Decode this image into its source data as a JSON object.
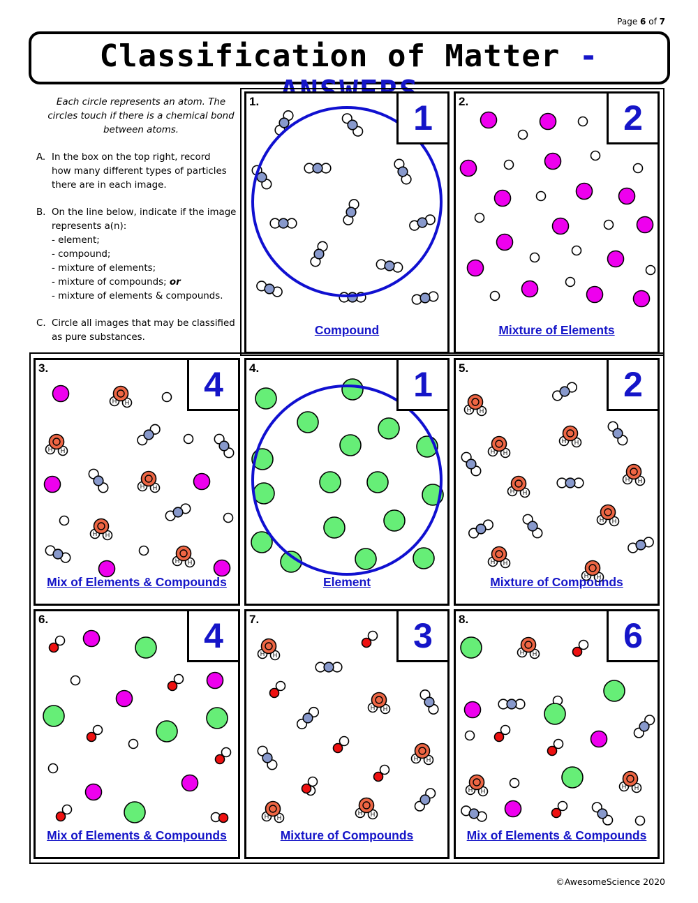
{
  "page": {
    "label": "Page",
    "current": "6",
    "of": "of",
    "total": "7"
  },
  "title": {
    "main": "Classification of Matter",
    "separator": "-",
    "answers": "ANSWERS"
  },
  "instructions": {
    "intro_lines": [
      "Each circle represents an atom.",
      "The circles touch if there is a chemical",
      "bond between atoms."
    ],
    "items": [
      {
        "letter": "A.",
        "lines": [
          "In the box on the top right, record",
          "how many different types of particles",
          "there are in each image."
        ]
      },
      {
        "letter": "B.",
        "lines": [
          "On the line below, indicate if the image",
          "represents a(n):",
          "- element;",
          "- compound;",
          "- mixture of elements;",
          "- mixture of compounds;",
          "- mixture of elements & compounds."
        ],
        "emphasis": "or"
      },
      {
        "letter": "C.",
        "lines": [
          "Circle all images that may be classified",
          "as pure substances."
        ]
      }
    ]
  },
  "colors": {
    "answer": "#1515c8",
    "magenta": "#ee00ee",
    "green": "#66ee77",
    "blue_gray": "#8899cc",
    "red": "#ee1111",
    "orange": "#ee6644",
    "circle": "#1010d0"
  },
  "cells": [
    {
      "number": "1.",
      "count": "1",
      "answer": "Compound",
      "circled": true
    },
    {
      "number": "2.",
      "count": "2",
      "answer": "Mixture of Elements",
      "circled": false
    },
    {
      "number": "3.",
      "count": "4",
      "answer": "Mix of Elements & Compounds",
      "circled": false
    },
    {
      "number": "4.",
      "count": "1",
      "answer": "Element",
      "circled": true
    },
    {
      "number": "5.",
      "count": "2",
      "answer": "Mixture of Compounds",
      "circled": false
    },
    {
      "number": "6.",
      "count": "4",
      "answer": "Mix of Elements & Compounds",
      "circled": false
    },
    {
      "number": "7.",
      "count": "3",
      "answer": "Mixture of Compounds",
      "circled": false
    },
    {
      "number": "8.",
      "count": "6",
      "answer": "Mix of Elements & Compounds",
      "circled": false
    }
  ],
  "atom_label": "H",
  "footer": "©AwesomeScience 2020"
}
